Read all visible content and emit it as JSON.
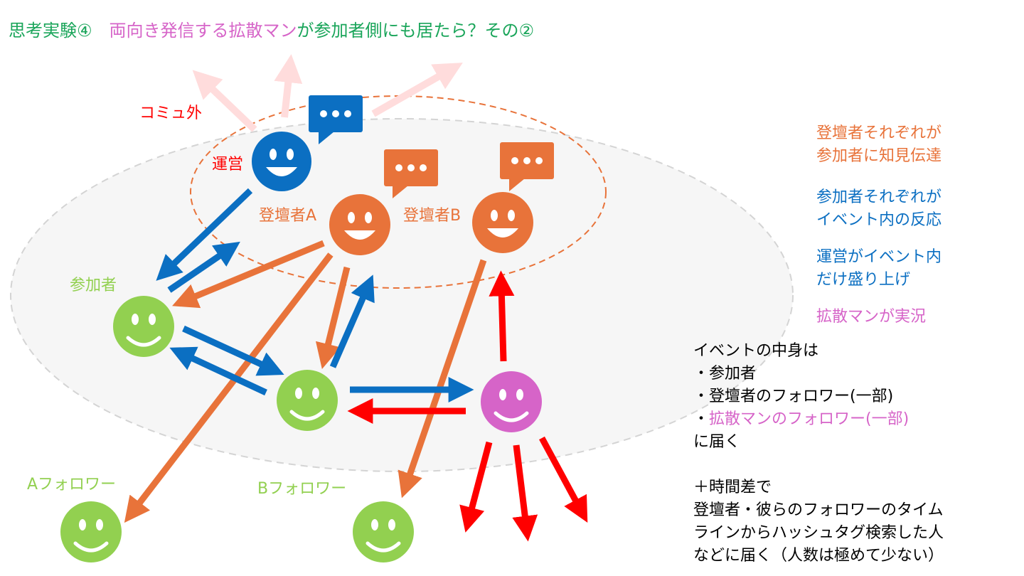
{
  "colors": {
    "green_title": "#1aa55a",
    "pink": "#d664c8",
    "orange": "#e8733a",
    "blue": "#0b6fc2",
    "green": "#92d050",
    "red": "#ff0000",
    "light_red": "#ffd6d6",
    "ellipse_grey": "#d0d0d0"
  },
  "title": {
    "part1": "思考実験④　",
    "part2": "両向き発信する拡散マン",
    "part3": "が参加者側にも居たら？その②"
  },
  "labels": {
    "outside": "コミュ外",
    "operator": "運営",
    "registrant_a": "登壇者A",
    "registrant_b": "登壇者B",
    "participant": "参加者",
    "a_follower": "Aフォロワー",
    "b_follower": "Bフォロワー"
  },
  "legend": {
    "orange_line1": "登壇者それぞれが",
    "orange_line2": "参加者に知見伝達",
    "blue1_line1": "参加者それぞれが",
    "blue1_line2": "イベント内の反応",
    "blue2_line1": "運営がイベント内",
    "blue2_line2": "だけ盛り上げ",
    "pink_line1": "拡散マンが実況"
  },
  "side": {
    "line1": "イベントの中身は",
    "line2": "・参加者",
    "line3": "・登壇者のフォロワー(一部)",
    "line4_bullet": "・",
    "line4_text": "拡散マンのフォロワー(一部)",
    "line5": "に届く",
    "line6": "＋時間差で",
    "line7": "登壇者・彼らのフォロワーのタイム",
    "line8": "ラインからハッシュタグ検索した人",
    "line9": "などに届く（人数は極めて少ない）"
  }
}
